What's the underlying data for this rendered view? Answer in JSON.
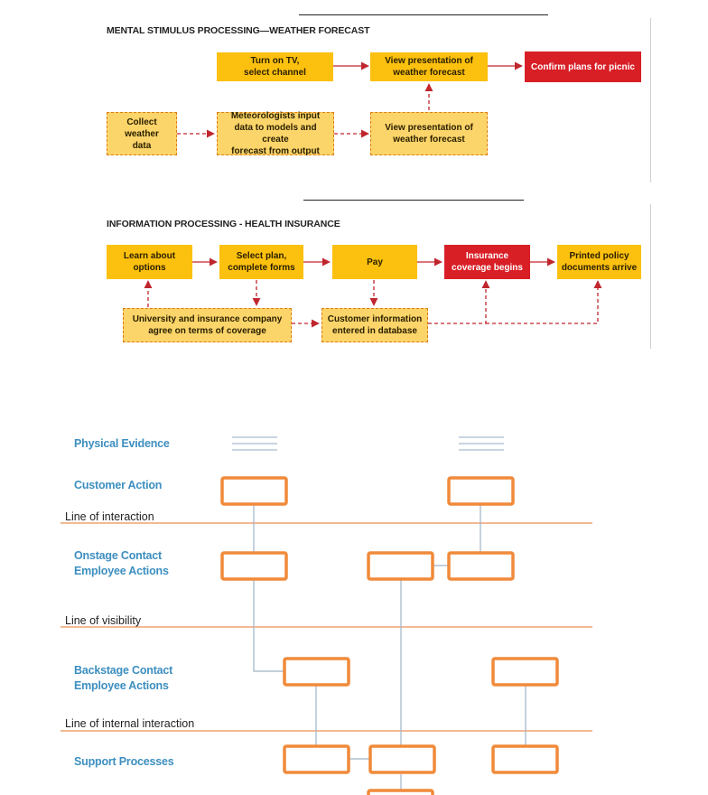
{
  "diagram1": {
    "title": "MENTAL STIMULUS PROCESSING—WEATHER FORECAST",
    "boxes": {
      "tv": "Turn on TV,\nselect channel",
      "view_top": "View presentation of\nweather forecast",
      "confirm": "Confirm plans for picnic",
      "collect": "Collect\nweather\ndata",
      "meteor": "Meteorologists input\ndata to models and create\nforecast from output",
      "view_bottom": "View presentation of\nweather forecast"
    }
  },
  "diagram2": {
    "title": "INFORMATION PROCESSING - HEALTH INSURANCE",
    "boxes": {
      "learn": "Learn about\noptions",
      "select": "Select plan,\ncomplete forms",
      "pay": "Pay",
      "coverage": "Insurance\ncoverage begins",
      "printed": "Printed policy\ndocuments arrive",
      "university": "University and insurance company\nagree on terms of coverage",
      "customer_info": "Customer information\nentered in database"
    }
  },
  "blueprint": {
    "lanes": {
      "physical": "Physical Evidence",
      "customer": "Customer Action",
      "onstage": "Onstage Contact\nEmployee Actions",
      "backstage": "Backstage Contact\nEmployee Actions",
      "support": "Support Processes"
    },
    "lines": {
      "interaction": "Line of interaction",
      "visibility": "Line of visibility",
      "internal": "Line of internal interaction"
    }
  },
  "colors": {
    "process_box": "#fcc00e",
    "support_box": "#fcd56a",
    "outcome_box": "#d81f26",
    "arrow": "#c0262d",
    "blueprint_box_border": "#f08a3a",
    "blueprint_line": "#f0a070",
    "lane_label": "#3d8fc0"
  }
}
